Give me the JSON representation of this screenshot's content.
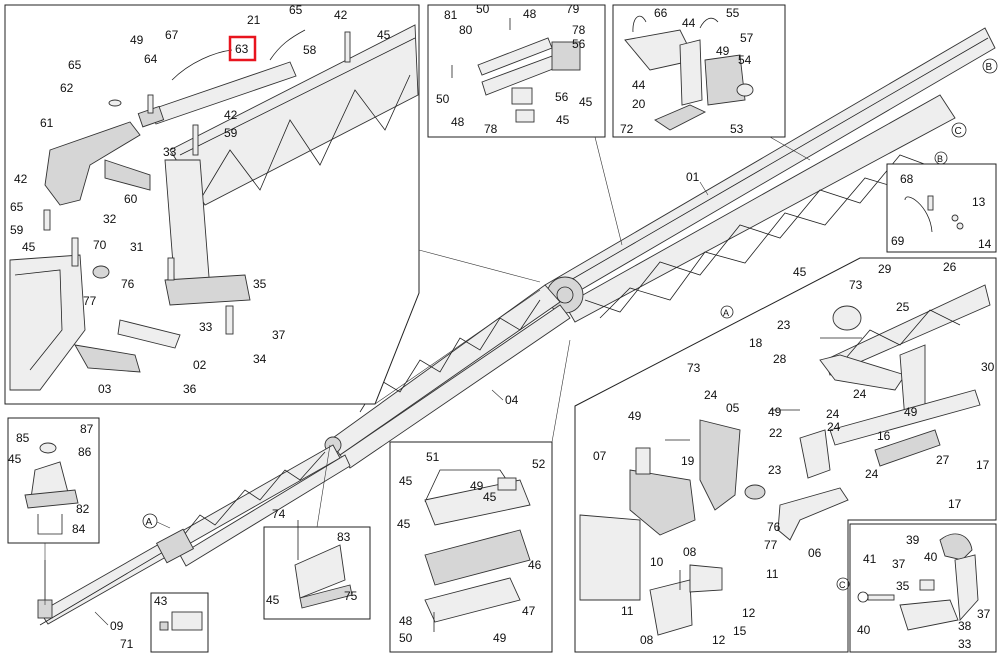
{
  "diagram": {
    "highlight_color": "#e8141e",
    "highlighted_part": "63",
    "detail_markers": [
      {
        "id": "marker-a-boom",
        "label": "A"
      },
      {
        "id": "marker-a-detail",
        "label": "A"
      },
      {
        "id": "marker-b-boom",
        "label": "B"
      },
      {
        "id": "marker-b-detail",
        "label": "B"
      },
      {
        "id": "marker-c-boom",
        "label": "C"
      },
      {
        "id": "marker-c-detail",
        "label": "C"
      }
    ],
    "callouts": [
      {
        "id": "d1-65a",
        "text": "65"
      },
      {
        "id": "d1-42a",
        "text": "42"
      },
      {
        "id": "d1-21",
        "text": "21"
      },
      {
        "id": "d1-67",
        "text": "67"
      },
      {
        "id": "d1-63",
        "text": "63"
      },
      {
        "id": "d1-49a",
        "text": "49"
      },
      {
        "id": "d1-58",
        "text": "58"
      },
      {
        "id": "d1-45a",
        "text": "45"
      },
      {
        "id": "d1-65b",
        "text": "65"
      },
      {
        "id": "d1-64",
        "text": "64"
      },
      {
        "id": "d1-62",
        "text": "62"
      },
      {
        "id": "d1-42b",
        "text": "42"
      },
      {
        "id": "d1-61",
        "text": "61"
      },
      {
        "id": "d1-59a",
        "text": "59"
      },
      {
        "id": "d1-33a",
        "text": "33"
      },
      {
        "id": "d1-42c",
        "text": "42"
      },
      {
        "id": "d1-65c",
        "text": "65"
      },
      {
        "id": "d1-60",
        "text": "60"
      },
      {
        "id": "d1-32",
        "text": "32"
      },
      {
        "id": "d1-59b",
        "text": "59"
      },
      {
        "id": "d1-45b",
        "text": "45"
      },
      {
        "id": "d1-70",
        "text": "70"
      },
      {
        "id": "d1-31",
        "text": "31"
      },
      {
        "id": "d1-76",
        "text": "76"
      },
      {
        "id": "d1-77",
        "text": "77"
      },
      {
        "id": "d1-35",
        "text": "35"
      },
      {
        "id": "d1-33b",
        "text": "33"
      },
      {
        "id": "d1-37",
        "text": "37"
      },
      {
        "id": "d1-34",
        "text": "34"
      },
      {
        "id": "d1-02",
        "text": "02"
      },
      {
        "id": "d1-03",
        "text": "03"
      },
      {
        "id": "d1-36",
        "text": "36"
      },
      {
        "id": "d2-50a",
        "text": "50"
      },
      {
        "id": "d2-48a",
        "text": "48"
      },
      {
        "id": "d2-79",
        "text": "79"
      },
      {
        "id": "d2-81",
        "text": "81"
      },
      {
        "id": "d2-80",
        "text": "80"
      },
      {
        "id": "d2-78a",
        "text": "78"
      },
      {
        "id": "d2-56a",
        "text": "56"
      },
      {
        "id": "d2-50b",
        "text": "50"
      },
      {
        "id": "d2-56b",
        "text": "56"
      },
      {
        "id": "d2-45a",
        "text": "45"
      },
      {
        "id": "d2-48b",
        "text": "48"
      },
      {
        "id": "d2-78b",
        "text": "78"
      },
      {
        "id": "d2-45b",
        "text": "45"
      },
      {
        "id": "d3-66",
        "text": "66"
      },
      {
        "id": "d3-44a",
        "text": "44"
      },
      {
        "id": "d3-55",
        "text": "55"
      },
      {
        "id": "d3-57",
        "text": "57"
      },
      {
        "id": "d3-49",
        "text": "49"
      },
      {
        "id": "d3-54",
        "text": "54"
      },
      {
        "id": "d3-44b",
        "text": "44"
      },
      {
        "id": "d3-20",
        "text": "20"
      },
      {
        "id": "d3-72",
        "text": "72"
      },
      {
        "id": "d3-53",
        "text": "53"
      },
      {
        "id": "main-01",
        "text": "01"
      },
      {
        "id": "main-04",
        "text": "04"
      },
      {
        "id": "main-09",
        "text": "09"
      },
      {
        "id": "db-68",
        "text": "68"
      },
      {
        "id": "db-13",
        "text": "13"
      },
      {
        "id": "db-69",
        "text": "69"
      },
      {
        "id": "db-14",
        "text": "14"
      },
      {
        "id": "da-45a",
        "text": "45"
      },
      {
        "id": "da-73a",
        "text": "73"
      },
      {
        "id": "da-29",
        "text": "29"
      },
      {
        "id": "da-26",
        "text": "26"
      },
      {
        "id": "da-25",
        "text": "25"
      },
      {
        "id": "da-23a",
        "text": "23"
      },
      {
        "id": "da-30",
        "text": "30"
      },
      {
        "id": "da-18",
        "text": "18"
      },
      {
        "id": "da-28",
        "text": "28"
      },
      {
        "id": "da-73b",
        "text": "73"
      },
      {
        "id": "da-24a",
        "text": "24"
      },
      {
        "id": "da-24b",
        "text": "24"
      },
      {
        "id": "da-49a",
        "text": "49"
      },
      {
        "id": "da-05",
        "text": "05"
      },
      {
        "id": "da-49b",
        "text": "49"
      },
      {
        "id": "da-24c",
        "text": "24"
      },
      {
        "id": "da-49c",
        "text": "49"
      },
      {
        "id": "da-22",
        "text": "22"
      },
      {
        "id": "da-24d",
        "text": "24"
      },
      {
        "id": "da-16",
        "text": "16"
      },
      {
        "id": "da-07",
        "text": "07"
      },
      {
        "id": "da-19",
        "text": "19"
      },
      {
        "id": "da-23b",
        "text": "23"
      },
      {
        "id": "da-27",
        "text": "27"
      },
      {
        "id": "da-17a",
        "text": "17"
      },
      {
        "id": "da-24e",
        "text": "24"
      },
      {
        "id": "da-17b",
        "text": "17"
      },
      {
        "id": "da-76",
        "text": "76"
      },
      {
        "id": "da-77",
        "text": "77"
      },
      {
        "id": "da-06",
        "text": "06"
      },
      {
        "id": "da-10",
        "text": "10"
      },
      {
        "id": "da-08a",
        "text": "08"
      },
      {
        "id": "da-11a",
        "text": "11"
      },
      {
        "id": "da-11b",
        "text": "11"
      },
      {
        "id": "da-12a",
        "text": "12"
      },
      {
        "id": "da-15",
        "text": "15"
      },
      {
        "id": "da-08b",
        "text": "08"
      },
      {
        "id": "da-12b",
        "text": "12"
      },
      {
        "id": "dc-39",
        "text": "39"
      },
      {
        "id": "dc-41",
        "text": "41"
      },
      {
        "id": "dc-37a",
        "text": "37"
      },
      {
        "id": "dc-40a",
        "text": "40"
      },
      {
        "id": "dc-35",
        "text": "35"
      },
      {
        "id": "dc-37b",
        "text": "37"
      },
      {
        "id": "dc-40b",
        "text": "40"
      },
      {
        "id": "dc-38",
        "text": "38"
      },
      {
        "id": "dc-33",
        "text": "33"
      },
      {
        "id": "d4-51",
        "text": "51"
      },
      {
        "id": "d4-52",
        "text": "52"
      },
      {
        "id": "d4-45a",
        "text": "45"
      },
      {
        "id": "d4-49a",
        "text": "49"
      },
      {
        "id": "d4-45b",
        "text": "45"
      },
      {
        "id": "d4-45c",
        "text": "45"
      },
      {
        "id": "d4-46",
        "text": "46"
      },
      {
        "id": "d4-47",
        "text": "47"
      },
      {
        "id": "d4-48",
        "text": "48"
      },
      {
        "id": "d4-50",
        "text": "50"
      },
      {
        "id": "d4-49b",
        "text": "49"
      },
      {
        "id": "d5-74",
        "text": "74"
      },
      {
        "id": "d5-83",
        "text": "83"
      },
      {
        "id": "d5-45",
        "text": "45"
      },
      {
        "id": "d5-75",
        "text": "75"
      },
      {
        "id": "d6-43",
        "text": "43"
      },
      {
        "id": "d6-71",
        "text": "71"
      },
      {
        "id": "d7-87",
        "text": "87"
      },
      {
        "id": "d7-85",
        "text": "85"
      },
      {
        "id": "d7-86",
        "text": "86"
      },
      {
        "id": "d7-45",
        "text": "45"
      },
      {
        "id": "d7-82",
        "text": "82"
      },
      {
        "id": "d7-84",
        "text": "84"
      }
    ]
  }
}
